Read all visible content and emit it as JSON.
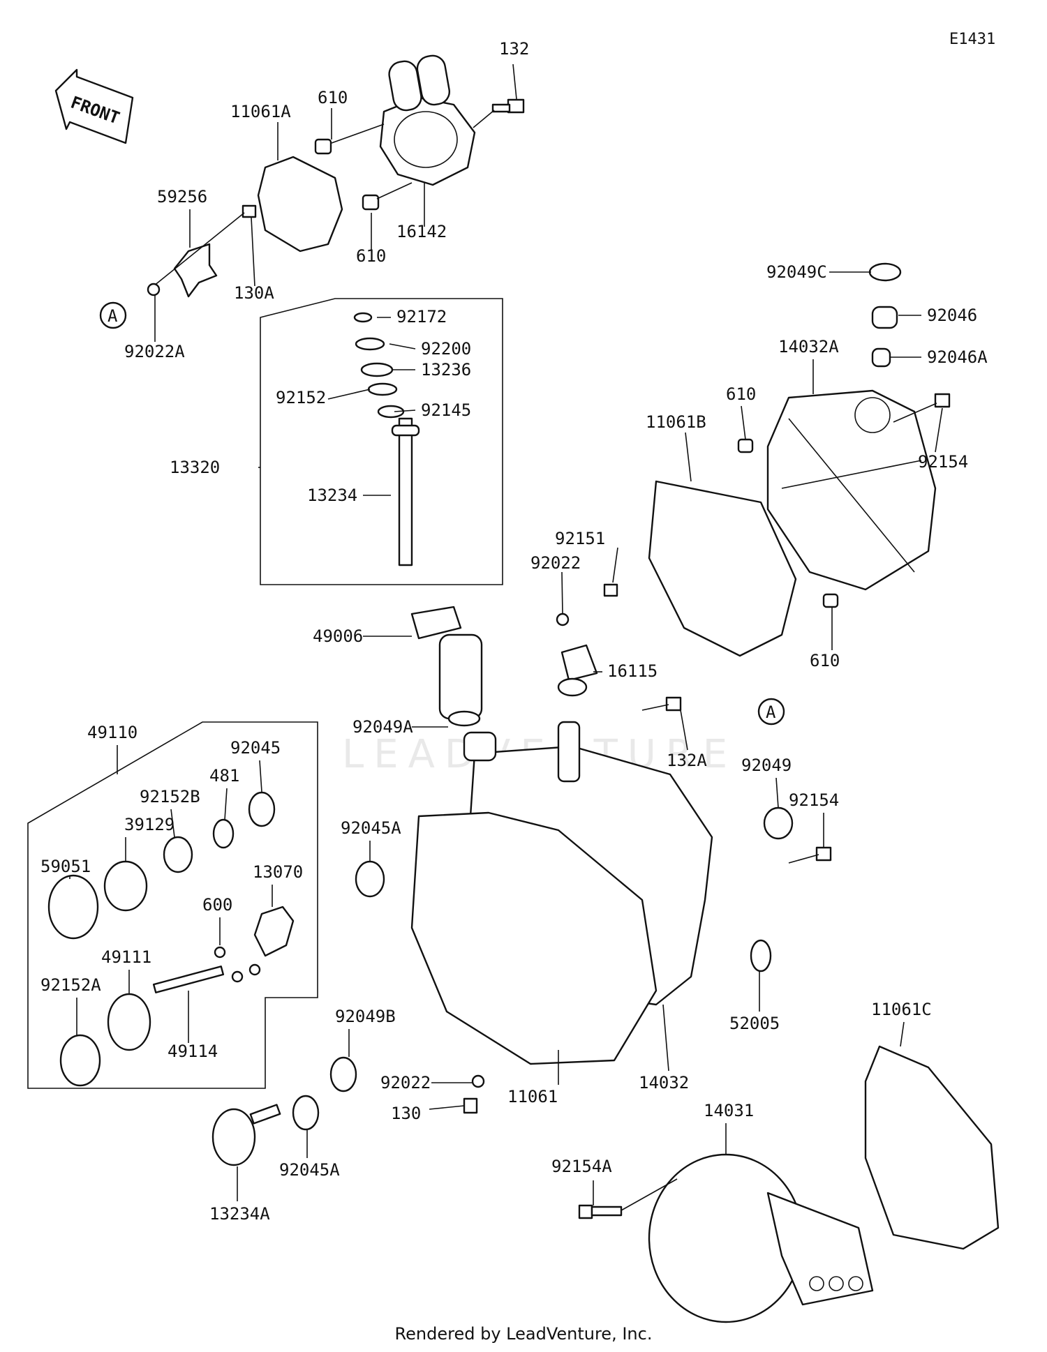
{
  "diagram": {
    "code": "E1431",
    "front_label": "FRONT",
    "watermark": "LEADVENTURE",
    "footer": "Rendered by LeadVenture, Inc.",
    "callout": "A",
    "parts": [
      "132",
      "610",
      "11061A",
      "610",
      "16142",
      "59256",
      "130A",
      "92022A",
      "92172",
      "92200",
      "13236",
      "92152",
      "92145",
      "13320",
      "13234",
      "49006",
      "92049C",
      "92046",
      "14032A",
      "92046A",
      "610",
      "11061B",
      "92154",
      "610",
      "92151",
      "92022",
      "16115",
      "92049A",
      "132A",
      "49110",
      "92045",
      "481",
      "92152B",
      "39129",
      "92045A",
      "59051",
      "13070",
      "600",
      "49111",
      "92152A",
      "49114",
      "92049",
      "92154",
      "52005",
      "92049B",
      "92022",
      "130",
      "11061",
      "14032",
      "13234A",
      "92045A",
      "11061C",
      "14031",
      "92154A"
    ]
  }
}
